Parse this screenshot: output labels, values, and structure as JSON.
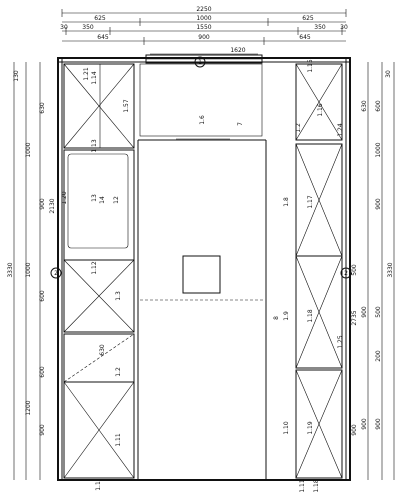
{
  "top_dims": {
    "overall": "2250",
    "row2": [
      "625",
      "1000",
      "625"
    ],
    "row3": [
      "30",
      "350",
      "1550",
      "350",
      "30"
    ],
    "row4": [
      "645",
      "900",
      "645"
    ],
    "mid": "1620"
  },
  "left_outer_dims": [
    "130",
    "630",
    "1000",
    "3330",
    "1000",
    "600",
    "600",
    "1200",
    "900"
  ],
  "left_inner_dims": [
    "2130",
    "900"
  ],
  "right_outer_dims": [
    "30",
    "630",
    "600",
    "1000",
    "900",
    "3330",
    "900",
    "500",
    "200",
    "900",
    "900"
  ],
  "right_inner_dims": [
    "2735",
    "500",
    "900"
  ],
  "axes": [
    "1",
    "2",
    "2"
  ],
  "labels": {
    "l_121": "1.21",
    "l_114": "1.14",
    "l_115": "1.15",
    "l_116": "1.16",
    "l_157": "1.57",
    "l_16": "1.6",
    "l_7": "7",
    "l_12a": "1.2",
    "l_124": "1.24",
    "l_113": "1.13",
    "l_120": "1.20",
    "l_13": "13",
    "l_14": "14",
    "l_12": "12",
    "l_18": "1.8",
    "l_117": "1.17",
    "l_112": "1.12",
    "l_13b": "1.3",
    "l_8": "8",
    "l_19": "1.9",
    "l_118": "1.18",
    "l_125": "1.25",
    "l_630": "630",
    "l_12b": "1.2",
    "l_110": "1.10",
    "l_111": "1.11",
    "l_119": "1.19",
    "l_bot1": "1.11",
    "l_bot2": "1.18",
    "l_bot3": "1.1"
  }
}
